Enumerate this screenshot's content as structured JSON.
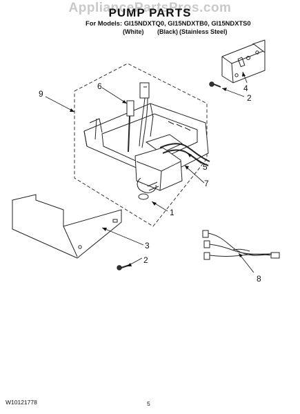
{
  "watermark": "AppliancePartsPros.com",
  "header": {
    "title": "PUMP PARTS",
    "models_line": "For Models: GI15NDXTQ0, GI15NDXTB0, GI15NDXTS0",
    "colors": [
      "(White)",
      "(Black)",
      "(Stainless Steel)"
    ]
  },
  "callouts": [
    "1",
    "2",
    "2",
    "3",
    "4",
    "5",
    "6",
    "7",
    "8",
    "9"
  ],
  "footer": {
    "doc_number": "W10121778",
    "page_number": "5"
  }
}
